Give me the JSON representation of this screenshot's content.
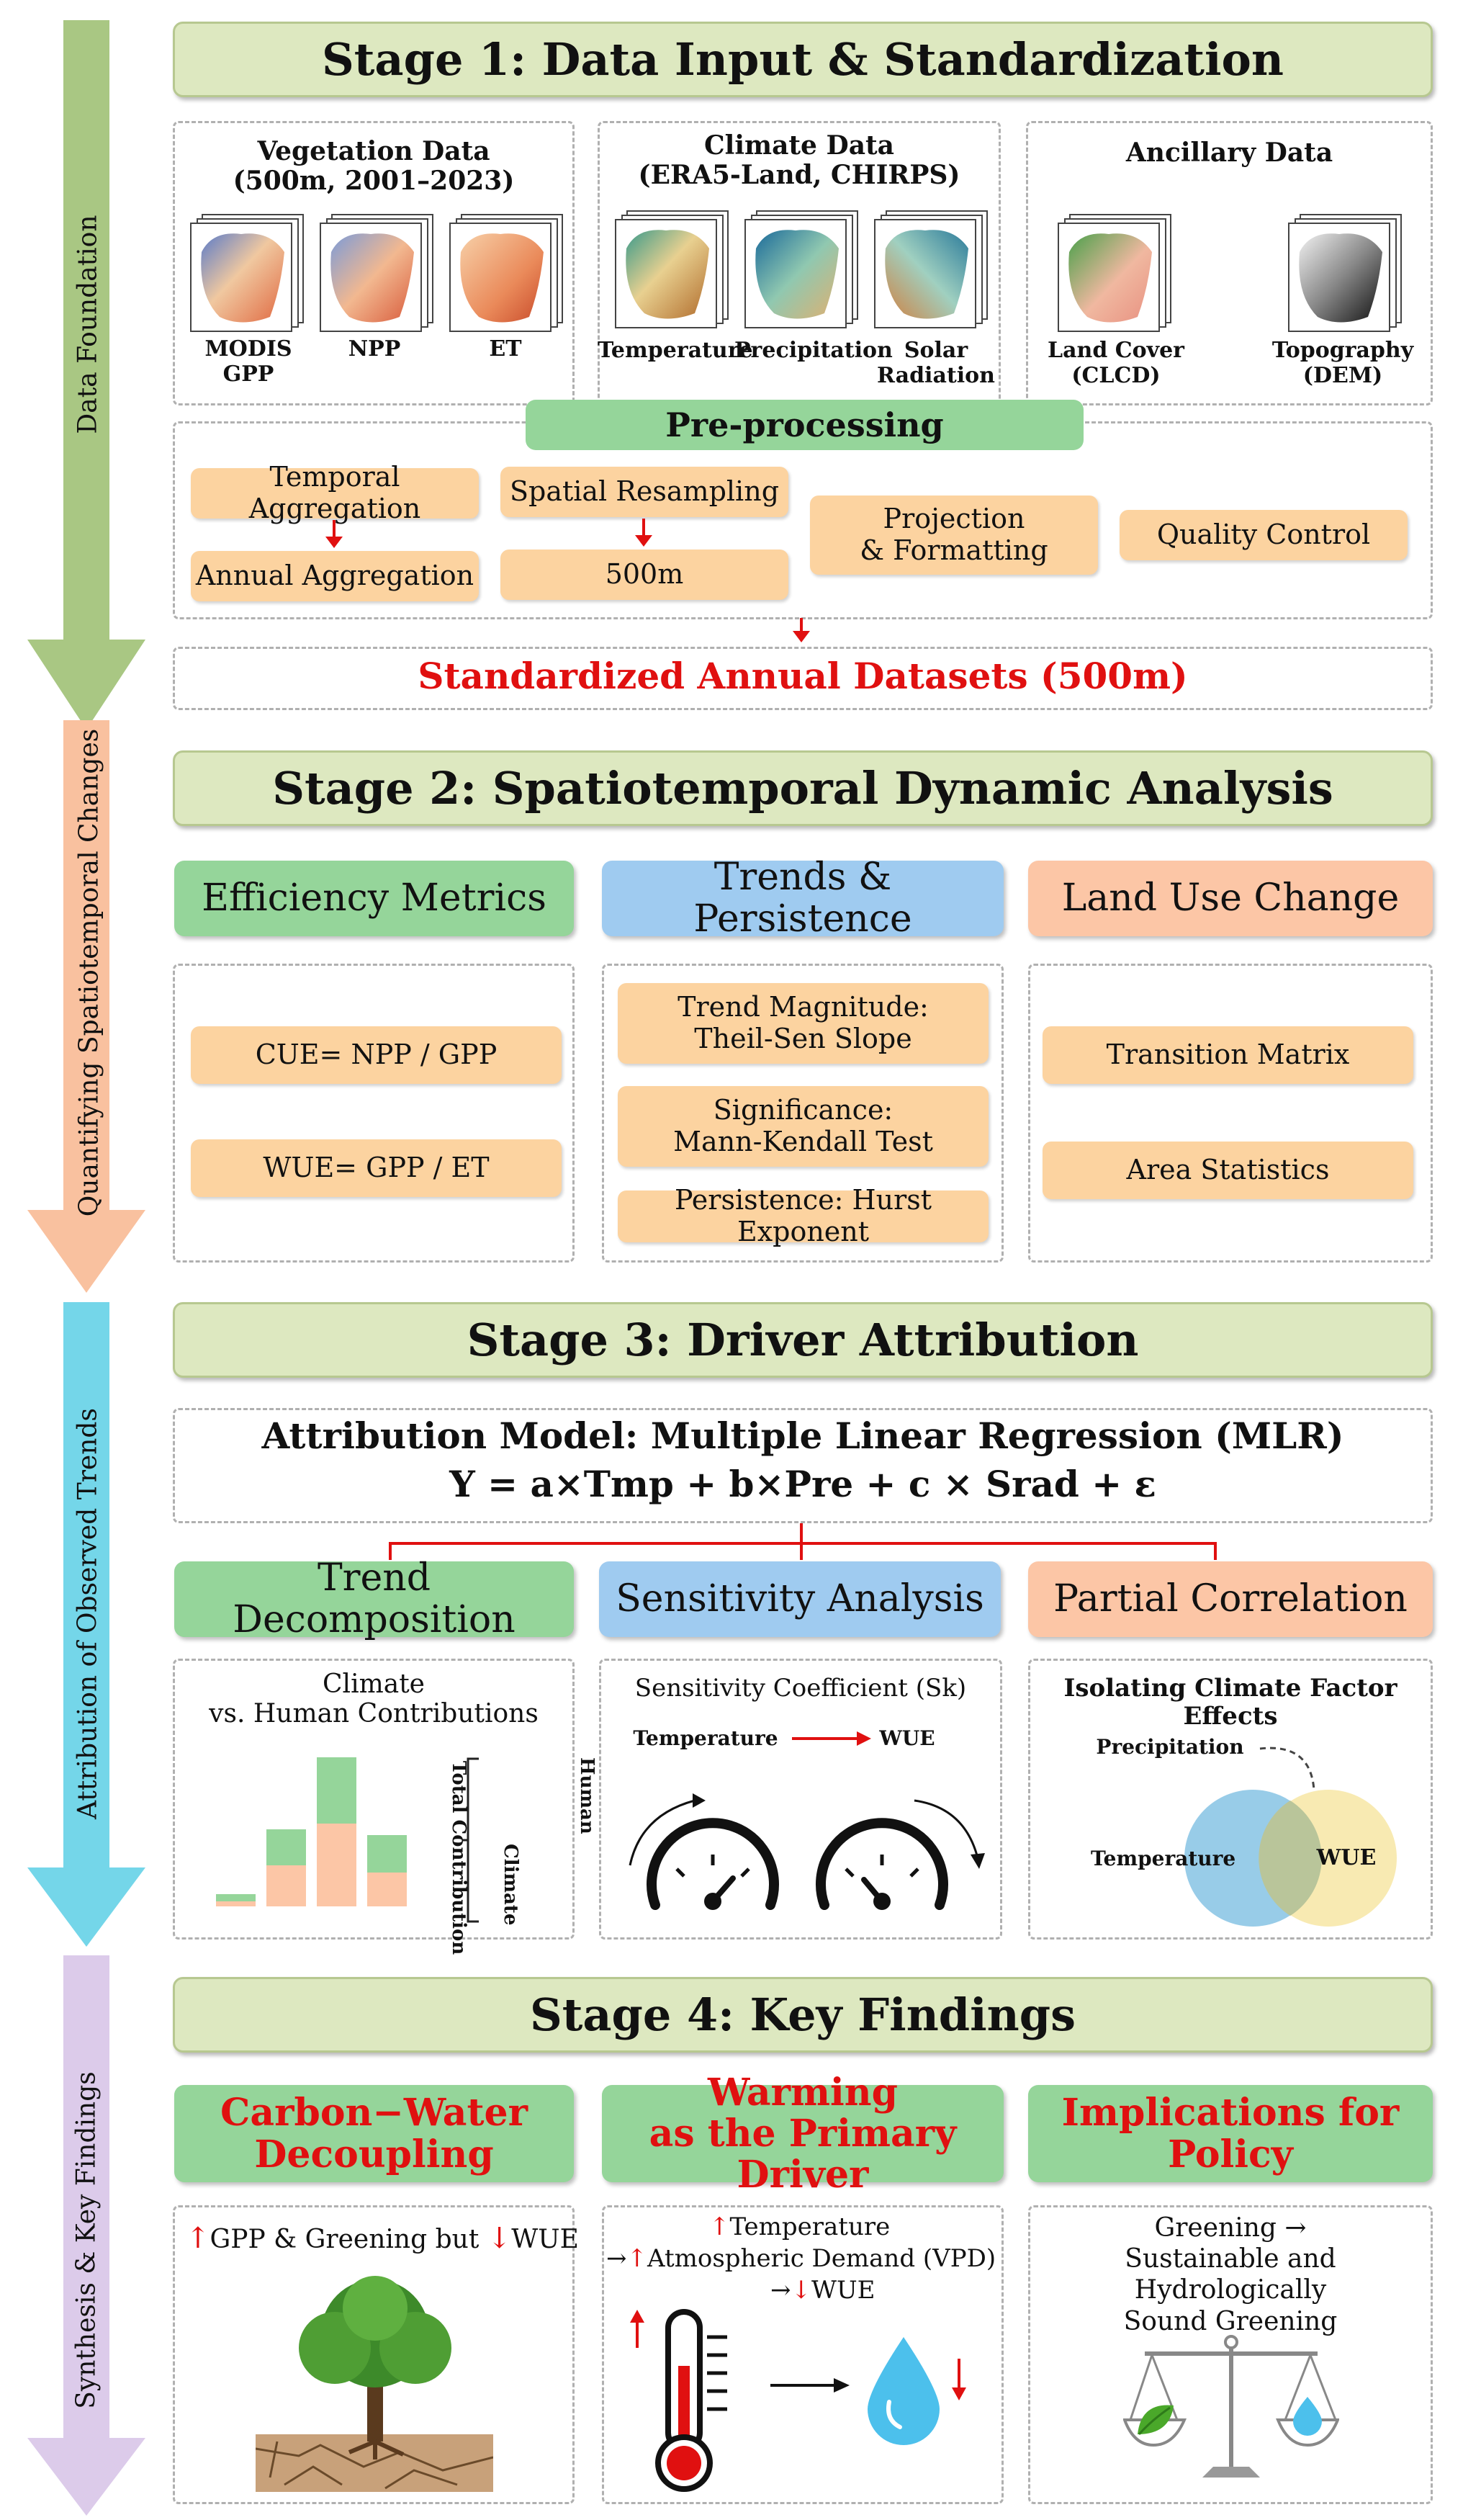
{
  "colors": {
    "arrow1": "#a9c783",
    "arrow2": "#f9c19f",
    "arrow3": "#74d6e9",
    "arrow4": "#dccbea",
    "stage_title_bg": "#dde8c0",
    "orange_box": "#fcd3a0",
    "green_head": "#95d59a",
    "blue_head": "#9fcbf0",
    "peach_head": "#fcc6a6",
    "accent_red": "#e01010"
  },
  "side_labels": {
    "data_foundation": "Data Foundation",
    "quantifying": "Quantifying Spatiotemporal Changes",
    "attribution": "Attribution of Observed Trends",
    "synthesis": "Synthesis & Key Findings"
  },
  "stage1": {
    "title": "Stage 1: Data Input & Standardization",
    "vegetation": {
      "title_line1": "Vegetation Data",
      "title_line2": "(500m, 2001–2023)",
      "items": [
        "MODIS GPP",
        "NPP",
        "ET"
      ]
    },
    "climate": {
      "title_line1": "Climate Data",
      "title_line2": "(ERA5-Land, CHIRPS)",
      "items": [
        "Temperature",
        "Precipitation",
        "Solar",
        "Radiation"
      ]
    },
    "ancillary": {
      "title": "Ancillary Data",
      "land_cover_1": "Land Cover",
      "land_cover_2": "(CLCD)",
      "topo_1": "Topography",
      "topo_2": "(DEM)"
    },
    "preprocessing": {
      "title": "Pre-processing",
      "temporal": "Temporal Aggregation",
      "annual": "Annual Aggregation",
      "spatial": "Spatial Resampling",
      "res": "500m",
      "projection_1": "Projection",
      "projection_2": "& Formatting",
      "quality": "Quality Control"
    },
    "standardized": "Standardized Annual Datasets (500m)"
  },
  "stage2": {
    "title": "Stage 2: Spatiotemporal Dynamic Analysis",
    "efficiency": {
      "head": "Efficiency Metrics",
      "cue": "CUE= NPP / GPP",
      "wue": "WUE= GPP / ET"
    },
    "trends": {
      "head": "Trends & Persistence",
      "mag_1": "Trend Magnitude:",
      "mag_2": "Theil-Sen Slope",
      "sig_1": "Significance:",
      "sig_2": "Mann-Kendall Test",
      "persist": "Persistence: Hurst Exponent"
    },
    "landuse": {
      "head": "Land Use Change",
      "transition": "Transition Matrix",
      "area": "Area Statistics"
    }
  },
  "stage3": {
    "title": "Stage 3: Driver Attribution",
    "model": "Attribution Model: Multiple Linear Regression (MLR)",
    "equation": "Y = a×Tmp + b×Pre + c × Srad + ε",
    "trend_decomp": {
      "head": "Trend Decomposition",
      "title_1": "Climate",
      "title_2": "vs. Human Contributions",
      "legend_human": "Human",
      "legend_climate": "Climate",
      "legend_total": "Total Contribution"
    },
    "sensitivity": {
      "head": "Sensitivity Analysis",
      "title": "Sensitivity Coefficient (Sk)",
      "from": "Temperature",
      "to": "WUE"
    },
    "partial": {
      "head": "Partial Correlation",
      "title": "Isolating Climate Factor Effects",
      "precip": "Precipitation",
      "temp": "Temperature",
      "wue": "WUE"
    }
  },
  "stage4": {
    "title": "Stage 4: Key Findings",
    "decoupling": {
      "head_1": "Carbon−Water",
      "head_2": "Decoupling",
      "text_a": "GPP & Greening but",
      "text_b": "WUE"
    },
    "warming": {
      "head_1": "Warming",
      "head_2": "as the Primary Driver",
      "line1": "Temperature",
      "line2": "Atmospheric Demand (VPD)",
      "line3": "WUE"
    },
    "policy": {
      "head_1": "Implications for",
      "head_2": "Policy",
      "line1": "Greening →",
      "line2": "Sustainable and Hydrologically",
      "line3": "Sound Greening"
    }
  }
}
